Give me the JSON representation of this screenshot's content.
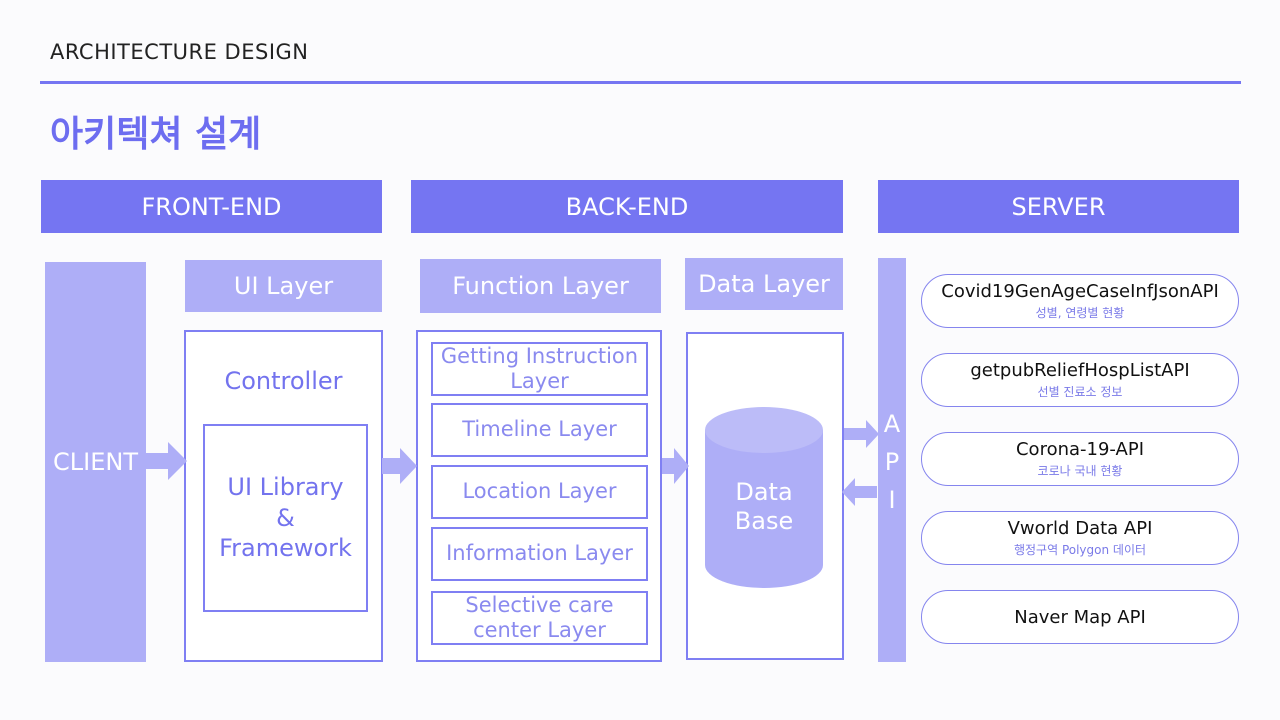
{
  "header": {
    "eyebrow": "ARCHITECTURE DESIGN",
    "title": "아키텍쳐 설계"
  },
  "sections": {
    "frontend": "FRONT-END",
    "backend": "BACK-END",
    "server": "SERVER"
  },
  "client": {
    "label": "CLIENT"
  },
  "ui_layer": {
    "label": "UI Layer",
    "controller": "Controller",
    "library_lines": [
      "UI Library",
      "&",
      "Framework"
    ]
  },
  "function_layer": {
    "label": "Function Layer",
    "items": [
      {
        "lines": [
          "Getting Instruction",
          "Layer"
        ]
      },
      {
        "lines": [
          "Timeline Layer"
        ]
      },
      {
        "lines": [
          "Location Layer"
        ]
      },
      {
        "lines": [
          "Information Layer"
        ]
      },
      {
        "lines": [
          "Selective care",
          "center Layer"
        ]
      }
    ]
  },
  "data_layer": {
    "label": "Data Layer",
    "db_lines": [
      "Data",
      "Base"
    ]
  },
  "api_bar": {
    "letters": [
      "A",
      "P",
      "I"
    ]
  },
  "apis": [
    {
      "name": "Covid19GenAgeCaseInfJsonAPI",
      "desc": "성별, 연령별 현황"
    },
    {
      "name": "getpubReliefHospListAPI",
      "desc": "선별 진료소 정보"
    },
    {
      "name": "Corona-19-API",
      "desc": "코로나 국내 현황"
    },
    {
      "name": "Vworld Data API",
      "desc": "행정구역 Polygon 데이터"
    },
    {
      "name": "Naver Map API",
      "desc": ""
    }
  ],
  "colors": {
    "accent": "#7575f2",
    "light": "#aeaef7",
    "border": "#7f7ff3",
    "text_accent": "#7373ee"
  }
}
